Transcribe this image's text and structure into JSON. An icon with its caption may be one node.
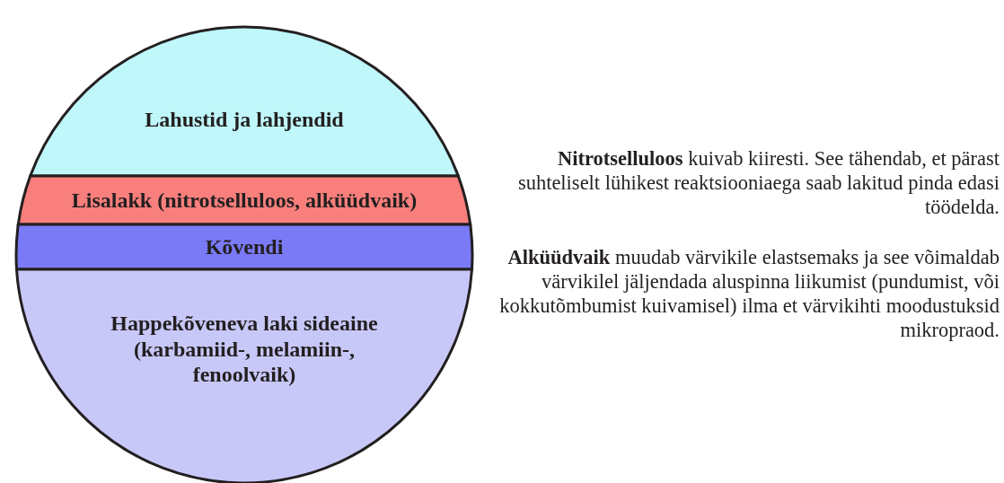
{
  "diagram": {
    "nodes": [
      {
        "text": [
          "Lahustid ja lahjendid"
        ]
      },
      {
        "text": [
          "Lisalakk (nitrotselluloos, alküüdvaik)"
        ]
      },
      {
        "text": [
          "Kõvendi"
        ]
      },
      {
        "text": [
          "Happekõveneva laki sideaine (karbamiid-, melamiin-, fenoolvaik)"
        ]
      }
    ],
    "labels": [
      "**Nitrotselluloos** kuivab kiiresti. See tähendab, et pärast suhteliselt lühikest reaktsiooniaega saab lakitud pinda edasi töödelda.",
      "**Alküüdvaik** muudab värvikile elastsemaks ja see võimaldab värvikilel jäljendada aluspinna liikumist (pundumist, või kokkutõmbumist kuivamisel) ilma et värvikihti moodustuksid mikropraod."
    ]
  }
}
